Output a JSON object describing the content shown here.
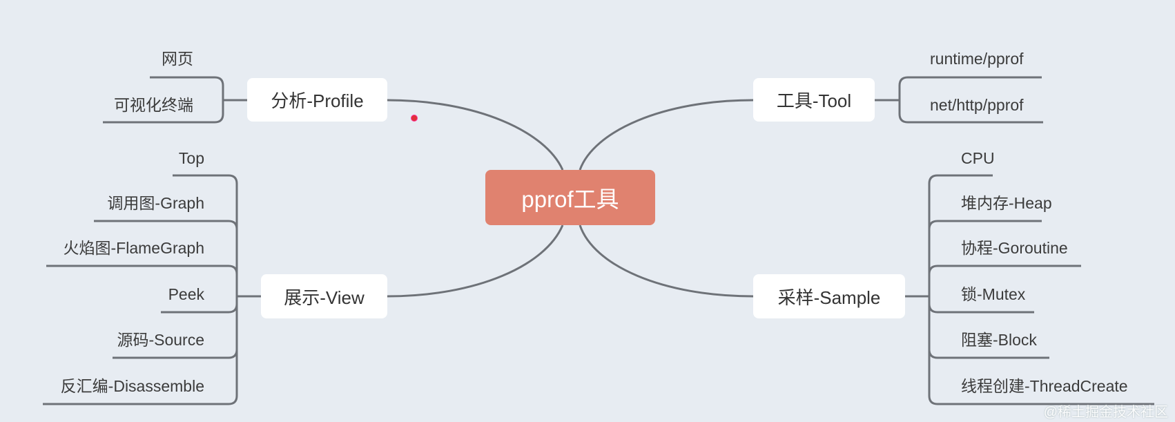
{
  "root": {
    "label": "pprof工具",
    "color": "#e0826f"
  },
  "colors": {
    "background": "#e7ecf2",
    "line": "#6e7278",
    "node": "#ffffff"
  },
  "branches": {
    "profile": {
      "label": "分析-Profile",
      "children": [
        "网页",
        "可视化终端"
      ]
    },
    "view": {
      "label": "展示-View",
      "children": [
        "Top",
        "调用图-Graph",
        "火焰图-FlameGraph",
        "Peek",
        "源码-Source",
        "反汇编-Disassemble"
      ]
    },
    "tool": {
      "label": "工具-Tool",
      "children": [
        "runtime/pprof",
        "net/http/pprof"
      ]
    },
    "sample": {
      "label": "采样-Sample",
      "children": [
        "CPU",
        "堆内存-Heap",
        "协程-Goroutine",
        "锁-Mutex",
        "阻塞-Block",
        "线程创建-ThreadCreate"
      ]
    }
  },
  "watermark": "@稀土掘金技术社区"
}
